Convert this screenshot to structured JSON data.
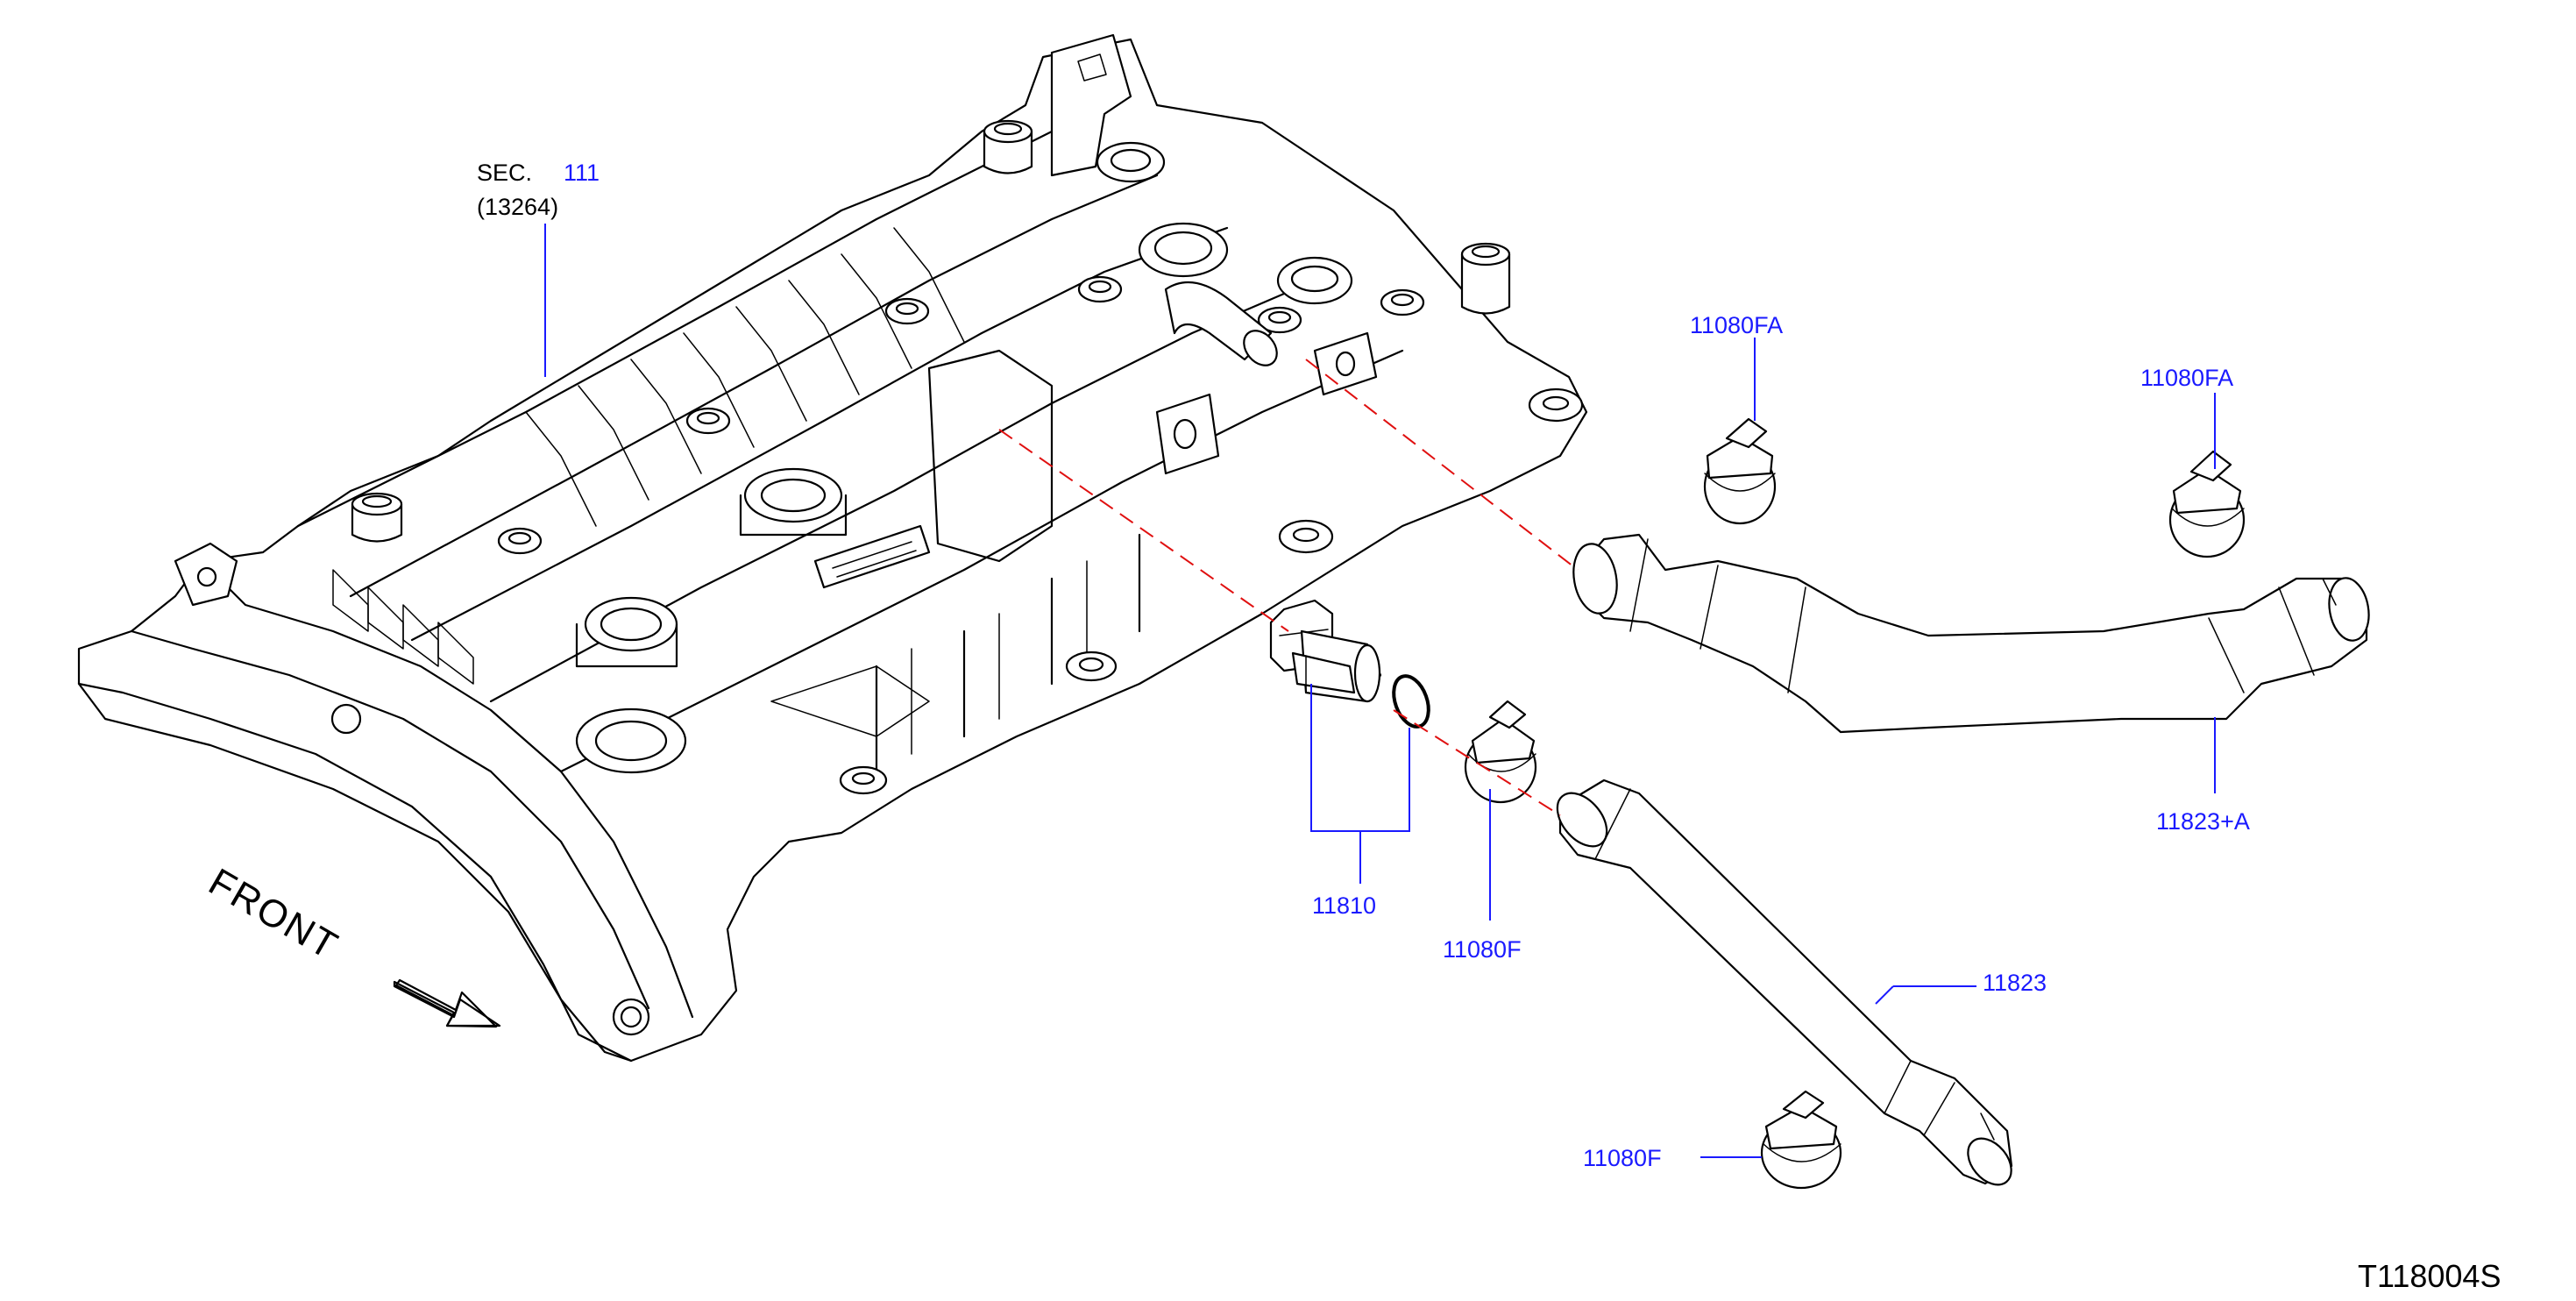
{
  "diagram": {
    "colors": {
      "label": "#1a1aff",
      "leader": "#1a1aff",
      "dashed_line": "#e01010",
      "line_art": "#000000"
    },
    "labels": {
      "sec_prefix": "SEC.",
      "sec_number": "111",
      "sec_sub": "(13264)",
      "pcv_valve": "11810",
      "clamp_f_mid": "11080F",
      "clamp_f_low": "11080F",
      "clamp_fa_left": "11080FA",
      "clamp_fa_right": "11080FA",
      "hose_upper": "11823+A",
      "hose_lower": "11823",
      "front": "FRONT",
      "diagram_code": "T118004S"
    }
  }
}
